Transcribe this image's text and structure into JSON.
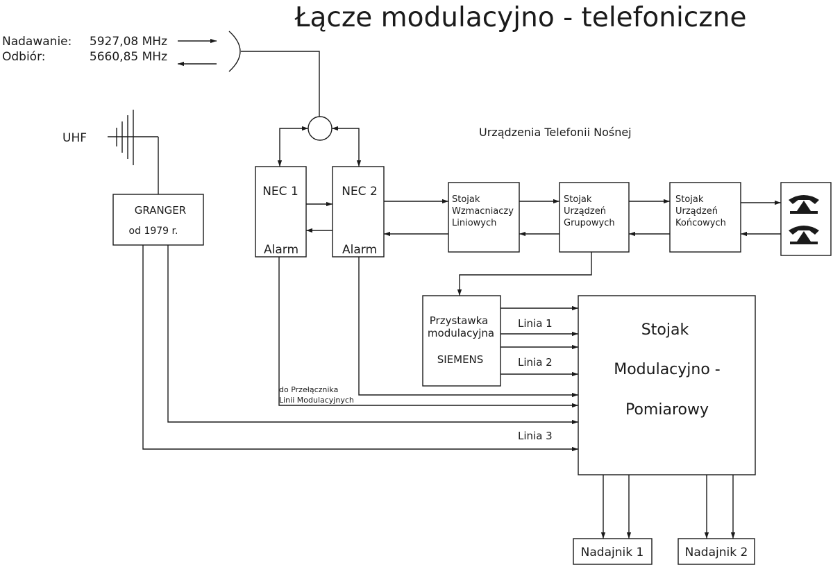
{
  "title": "Łącze modulacyjno - telefoniczne",
  "freq": {
    "tx_label": "Nadawanie:",
    "tx_value": "5927,08 MHz",
    "rx_label": "Odbiór:",
    "rx_value": "5660,85 MHz"
  },
  "uhf_label": "UHF",
  "granger": {
    "name": "GRANGER",
    "since": "od 1979 r."
  },
  "nec1": {
    "name": "NEC 1",
    "alarm": "Alarm"
  },
  "nec2": {
    "name": "NEC 2",
    "alarm": "Alarm"
  },
  "carrier_title": "Urządzenia Telefonii  Nośnej",
  "rack_amp": [
    "Stojak",
    "Wzmacniaczy",
    "Liniowych"
  ],
  "rack_group": [
    "Stojak",
    "Urządzeń",
    "Grupowych"
  ],
  "rack_end": [
    "Stojak",
    "Urządzeń",
    "Końcowych"
  ],
  "adapter": {
    "line1": "Przystawka",
    "line2": "modulacyjna",
    "maker": "SIEMENS"
  },
  "lines": {
    "l1": "Linia  1",
    "l2": "Linia  2",
    "l3": "Linia  3"
  },
  "switch_note": {
    "line1": "do Przełącznika",
    "line2": "Linii Modulacyjnych"
  },
  "main_rack": [
    "Stojak",
    "Modulacyjno -",
    "Pomiarowy"
  ],
  "tx1": "Nadajnik 1",
  "tx2": "Nadajnik 2",
  "phone_icons": [
    "telephone-icon",
    "telephone-icon"
  ]
}
